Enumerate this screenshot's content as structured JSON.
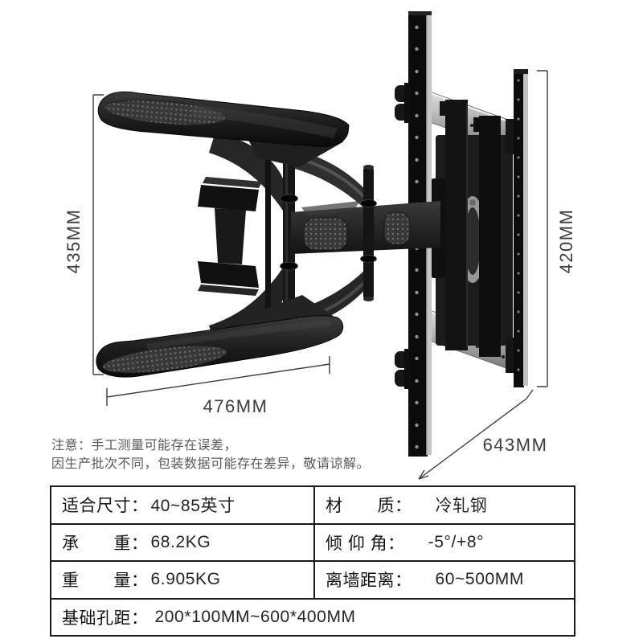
{
  "page": {
    "background": "#ffffff",
    "kind": "product-spec-image"
  },
  "product": {
    "name": "articulating TV wall mount bracket",
    "colors": {
      "body_black": "#0c0c0c",
      "body_gray": "#2e2e2e",
      "highlight_gray": "#5a5a5a",
      "silver_rail": "#b6b6b6",
      "pad_gray": "#3a3a3a"
    }
  },
  "annotations": {
    "left_height": "435MM",
    "bottom_width": "476MM",
    "right_height": "420MM",
    "diagonal_depth": "643MM",
    "line_color": "#3d3d3d"
  },
  "note": {
    "line1": "注意：手工测量可能存在误差，",
    "line2": "因生产批次不同，包装数据可能存在差异，敬请谅解。"
  },
  "spec_table": {
    "border_color": "#1a1a1a",
    "rows": [
      {
        "left_label": "适合尺寸：",
        "left_value": "40~85英寸",
        "right_label": "材　　质：",
        "right_value": "冷轧钢"
      },
      {
        "left_label": "承　　重：",
        "left_value": "68.2KG",
        "right_label": "倾 仰 角：",
        "right_value": "-5°/+8°"
      },
      {
        "left_label": "重　　量：",
        "left_value": "6.905KG",
        "right_label": "离墙距离：",
        "right_value": "60~500MM"
      }
    ],
    "bottom_row": {
      "label": "基础孔距：",
      "value": "200*100MM~600*400MM"
    }
  }
}
